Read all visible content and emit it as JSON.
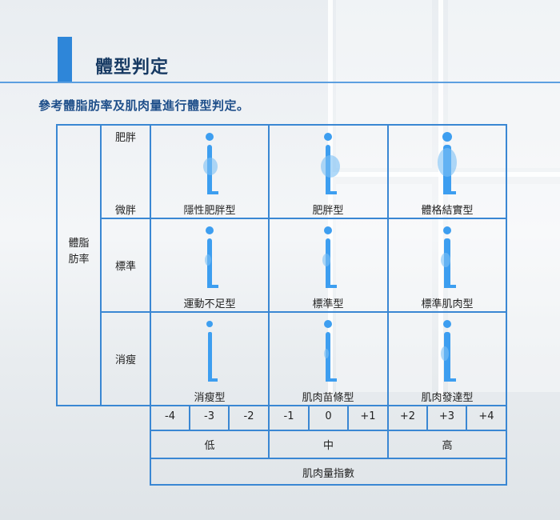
{
  "page": {
    "title": "體型判定",
    "subtitle": "參考體脂肪率及肌肉量進行體型判定。"
  },
  "table": {
    "fat_axis_label": "體脂\n肪率",
    "fat_axis_label_line1": "體脂",
    "fat_axis_label_line2": "肪率",
    "fat_levels": {
      "obese": "肥胖",
      "slightly_obese": "微胖",
      "standard": "標準",
      "thin": "消瘦"
    },
    "types": [
      [
        "隱性肥胖型",
        "肥胖型",
        "體格結實型"
      ],
      [
        "運動不足型",
        "標準型",
        "標準肌肉型"
      ],
      [
        "消瘦型",
        "肌肉苗條型",
        "肌肉發達型"
      ]
    ],
    "muscle_scale": [
      "-4",
      "-3",
      "-2",
      "-1",
      "0",
      "+1",
      "+2",
      "+3",
      "+4"
    ],
    "muscle_levels": [
      "低",
      "中",
      "高"
    ],
    "muscle_axis_label": "肌肉量指數"
  },
  "colors": {
    "accent": "#2e86d9",
    "grid": "#3a87d3",
    "figure": "#3d9ef0"
  }
}
